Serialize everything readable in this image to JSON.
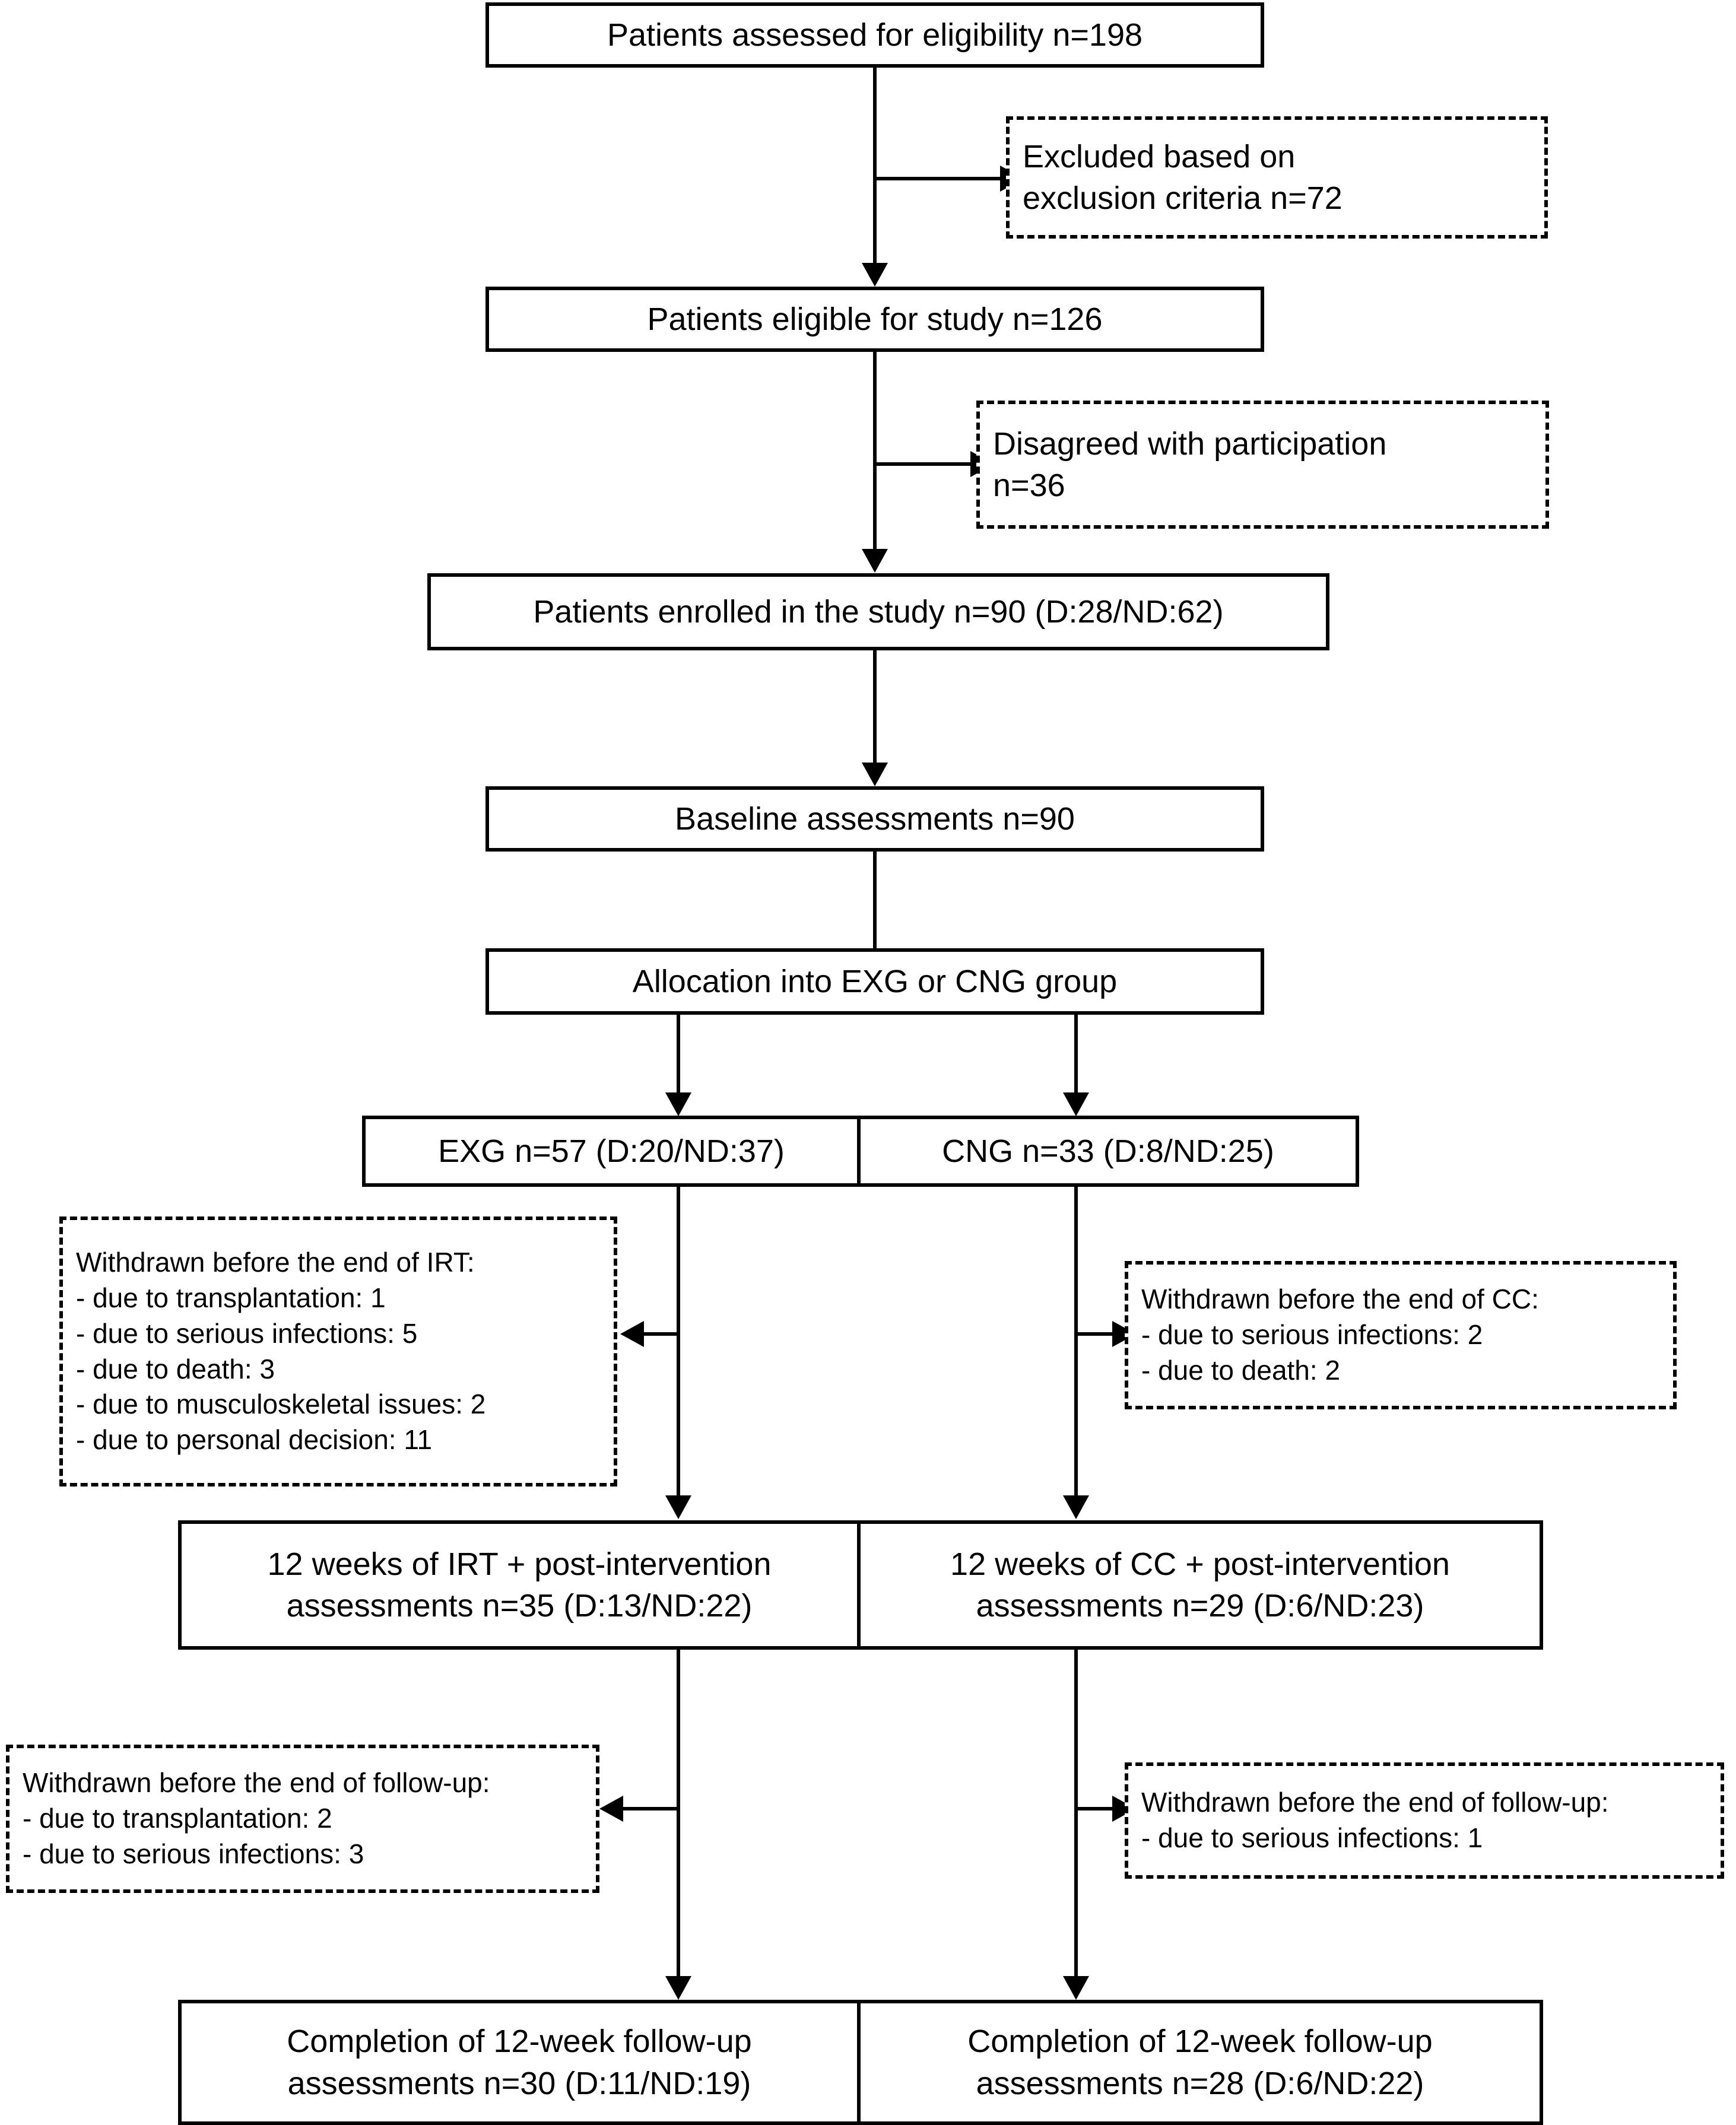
{
  "diagram": {
    "type": "consort-flow-diagram",
    "title": "CONSORT participant flow diagram",
    "nodes": {
      "assessed": {
        "text": "Patients assessed for eligibility n=198",
        "n": 198,
        "style": "solid"
      },
      "excluded": {
        "line1": "Excluded based on",
        "line2": "exclusion criteria n=72",
        "n": 72,
        "style": "dashed"
      },
      "eligible": {
        "text": "Patients eligible for study n=126",
        "n": 126,
        "style": "solid"
      },
      "disagreed": {
        "line1": "Disagreed with participation",
        "line2": "n=36",
        "n": 36,
        "style": "dashed"
      },
      "enrolled": {
        "text": "Patients enrolled in the study n=90 (D:28/ND:62)",
        "n": 90,
        "diabetic": 28,
        "nondiabetic": 62,
        "style": "solid"
      },
      "baseline": {
        "text": "Baseline assessments n=90",
        "n": 90,
        "style": "solid"
      },
      "allocation": {
        "text": "Allocation into EXG or CNG group",
        "style": "solid"
      },
      "group_exg": {
        "text": "EXG n=57 (D:20/ND:37)",
        "n": 57,
        "diabetic": 20,
        "nondiabetic": 37
      },
      "group_cng": {
        "text": "CNG n=33 (D:8/ND:25)",
        "n": 33,
        "diabetic": 8,
        "nondiabetic": 25
      },
      "withdrawn_irt": {
        "heading": "Withdrawn before the end of IRT:",
        "items": [
          "- due to transplantation: 1",
          "- due to serious infections: 5",
          "- due to death: 3",
          "- due to musculoskeletal issues: 2",
          "- due to personal decision: 11"
        ],
        "style": "dashed"
      },
      "withdrawn_cc": {
        "heading": "Withdrawn before the end of CC:",
        "items": [
          "- due to serious infections: 2",
          "- due to death: 2"
        ],
        "style": "dashed"
      },
      "post_irt": {
        "line1": "12 weeks of IRT + post-intervention",
        "line2": "assessments n=35 (D:13/ND:22)",
        "n": 35,
        "diabetic": 13,
        "nondiabetic": 22
      },
      "post_cc": {
        "line1": "12 weeks of CC + post-intervention",
        "line2": "assessments n=29 (D:6/ND:23)",
        "n": 29,
        "diabetic": 6,
        "nondiabetic": 23
      },
      "withdrawn_fu_left": {
        "heading": "Withdrawn before the end of follow-up:",
        "items": [
          "- due to transplantation: 2",
          "- due to serious infections: 3"
        ],
        "style": "dashed"
      },
      "withdrawn_fu_right": {
        "heading": "Withdrawn before the end of follow-up:",
        "items": [
          "- due to serious infections: 1"
        ],
        "style": "dashed"
      },
      "completion_left": {
        "line1": "Completion of 12-week follow-up",
        "line2": "assessments n=30 (D:11/ND:19)",
        "n": 30,
        "diabetic": 11,
        "nondiabetic": 19
      },
      "completion_right": {
        "line1": "Completion of 12-week follow-up",
        "line2": "assessments n=28 (D:6/ND:22)",
        "n": 28,
        "diabetic": 6,
        "nondiabetic": 22
      }
    },
    "colors": {
      "line": "#000000",
      "background": "#ffffff",
      "text": "#000000"
    }
  }
}
